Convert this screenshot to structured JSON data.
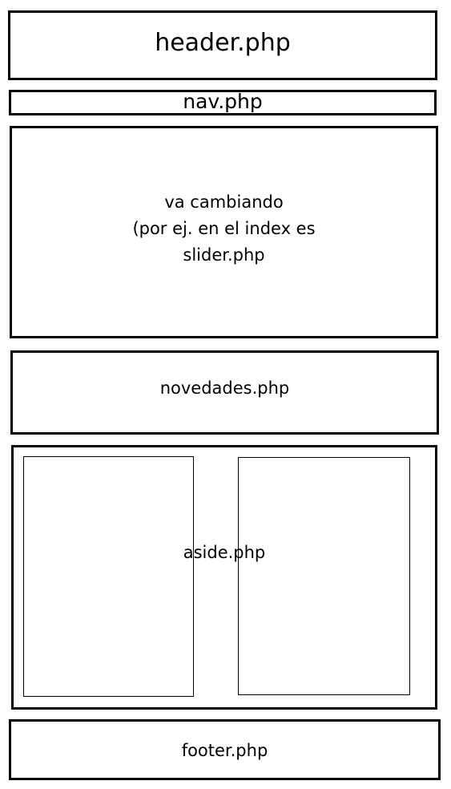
{
  "blocks": {
    "header": "header.php",
    "nav": "nav.php",
    "main": {
      "line1": "va cambiando",
      "line2": "(por ej. en el index es",
      "line3": "slider.php"
    },
    "novedades": "novedades.php",
    "aside": "aside.php",
    "footer": "footer.php"
  }
}
